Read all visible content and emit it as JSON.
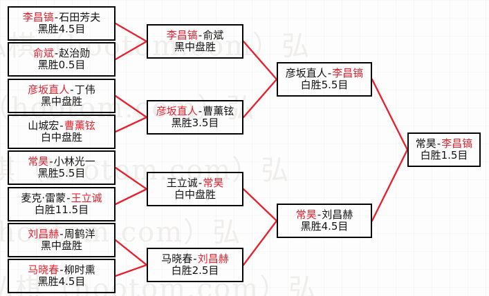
{
  "diagram": {
    "type": "single-elimination-bracket",
    "title": "",
    "accent_winner_color": "#e8212e",
    "line_color": "#e8212e",
    "box_border_color": "#000000",
    "watermark_text": "弘棋（hootom.com）弘"
  },
  "rounds": [
    {
      "name": "round-1",
      "matches": [
        {
          "id": "r1m1",
          "left": "李昌镐",
          "right": "石田芳夫",
          "winner": "left",
          "result": "黑胜4.5目"
        },
        {
          "id": "r1m2",
          "left": "俞斌",
          "right": "赵治勋",
          "winner": "left",
          "result": "黑胜0.5目"
        },
        {
          "id": "r1m3",
          "left": "彦坂直人",
          "right": "丁伟",
          "winner": "left",
          "result": "黑中盘胜"
        },
        {
          "id": "r1m4",
          "left": "山城宏",
          "right": "曹薰铉",
          "winner": "right",
          "result": "白中盘胜"
        },
        {
          "id": "r1m5",
          "left": "常昊",
          "right": "小林光一",
          "winner": "left",
          "result": "黑胜5.5目"
        },
        {
          "id": "r1m6",
          "left": "麦克·雷蒙",
          "right": "王立诚",
          "winner": "right",
          "result": "白胜11.5目"
        },
        {
          "id": "r1m7",
          "left": "刘昌赫",
          "right": "周鹤洋",
          "winner": "left",
          "result": "黑中盘胜"
        },
        {
          "id": "r1m8",
          "left": "马晓春",
          "right": "柳时熏",
          "winner": "left",
          "result": "黑胜4.5目"
        }
      ]
    },
    {
      "name": "round-2",
      "matches": [
        {
          "id": "r2m1",
          "left": "李昌镐",
          "right": "俞斌",
          "winner": "left",
          "result": "黑中盘胜"
        },
        {
          "id": "r2m2",
          "left": "彦坂直人",
          "right": "曹薰铉",
          "winner": "left",
          "result": "黑胜3.5目"
        },
        {
          "id": "r2m3",
          "left": "王立诚",
          "right": "常昊",
          "winner": "right",
          "result": "白中盘胜"
        },
        {
          "id": "r2m4",
          "left": "马晓春",
          "right": "刘昌赫",
          "winner": "right",
          "result": "白胜2.5目"
        }
      ]
    },
    {
      "name": "semifinal",
      "matches": [
        {
          "id": "r3m1",
          "left": "彦坂直人",
          "right": "李昌镐",
          "winner": "right",
          "result": "白胜5.5目"
        },
        {
          "id": "r3m2",
          "left": "常昊",
          "right": "刘昌赫",
          "winner": "left",
          "result": "黑胜4.5目"
        }
      ]
    },
    {
      "name": "final",
      "matches": [
        {
          "id": "r4m1",
          "left": "常昊",
          "right": "李昌镐",
          "winner": "right",
          "result": "白胜1.5目"
        }
      ]
    }
  ]
}
